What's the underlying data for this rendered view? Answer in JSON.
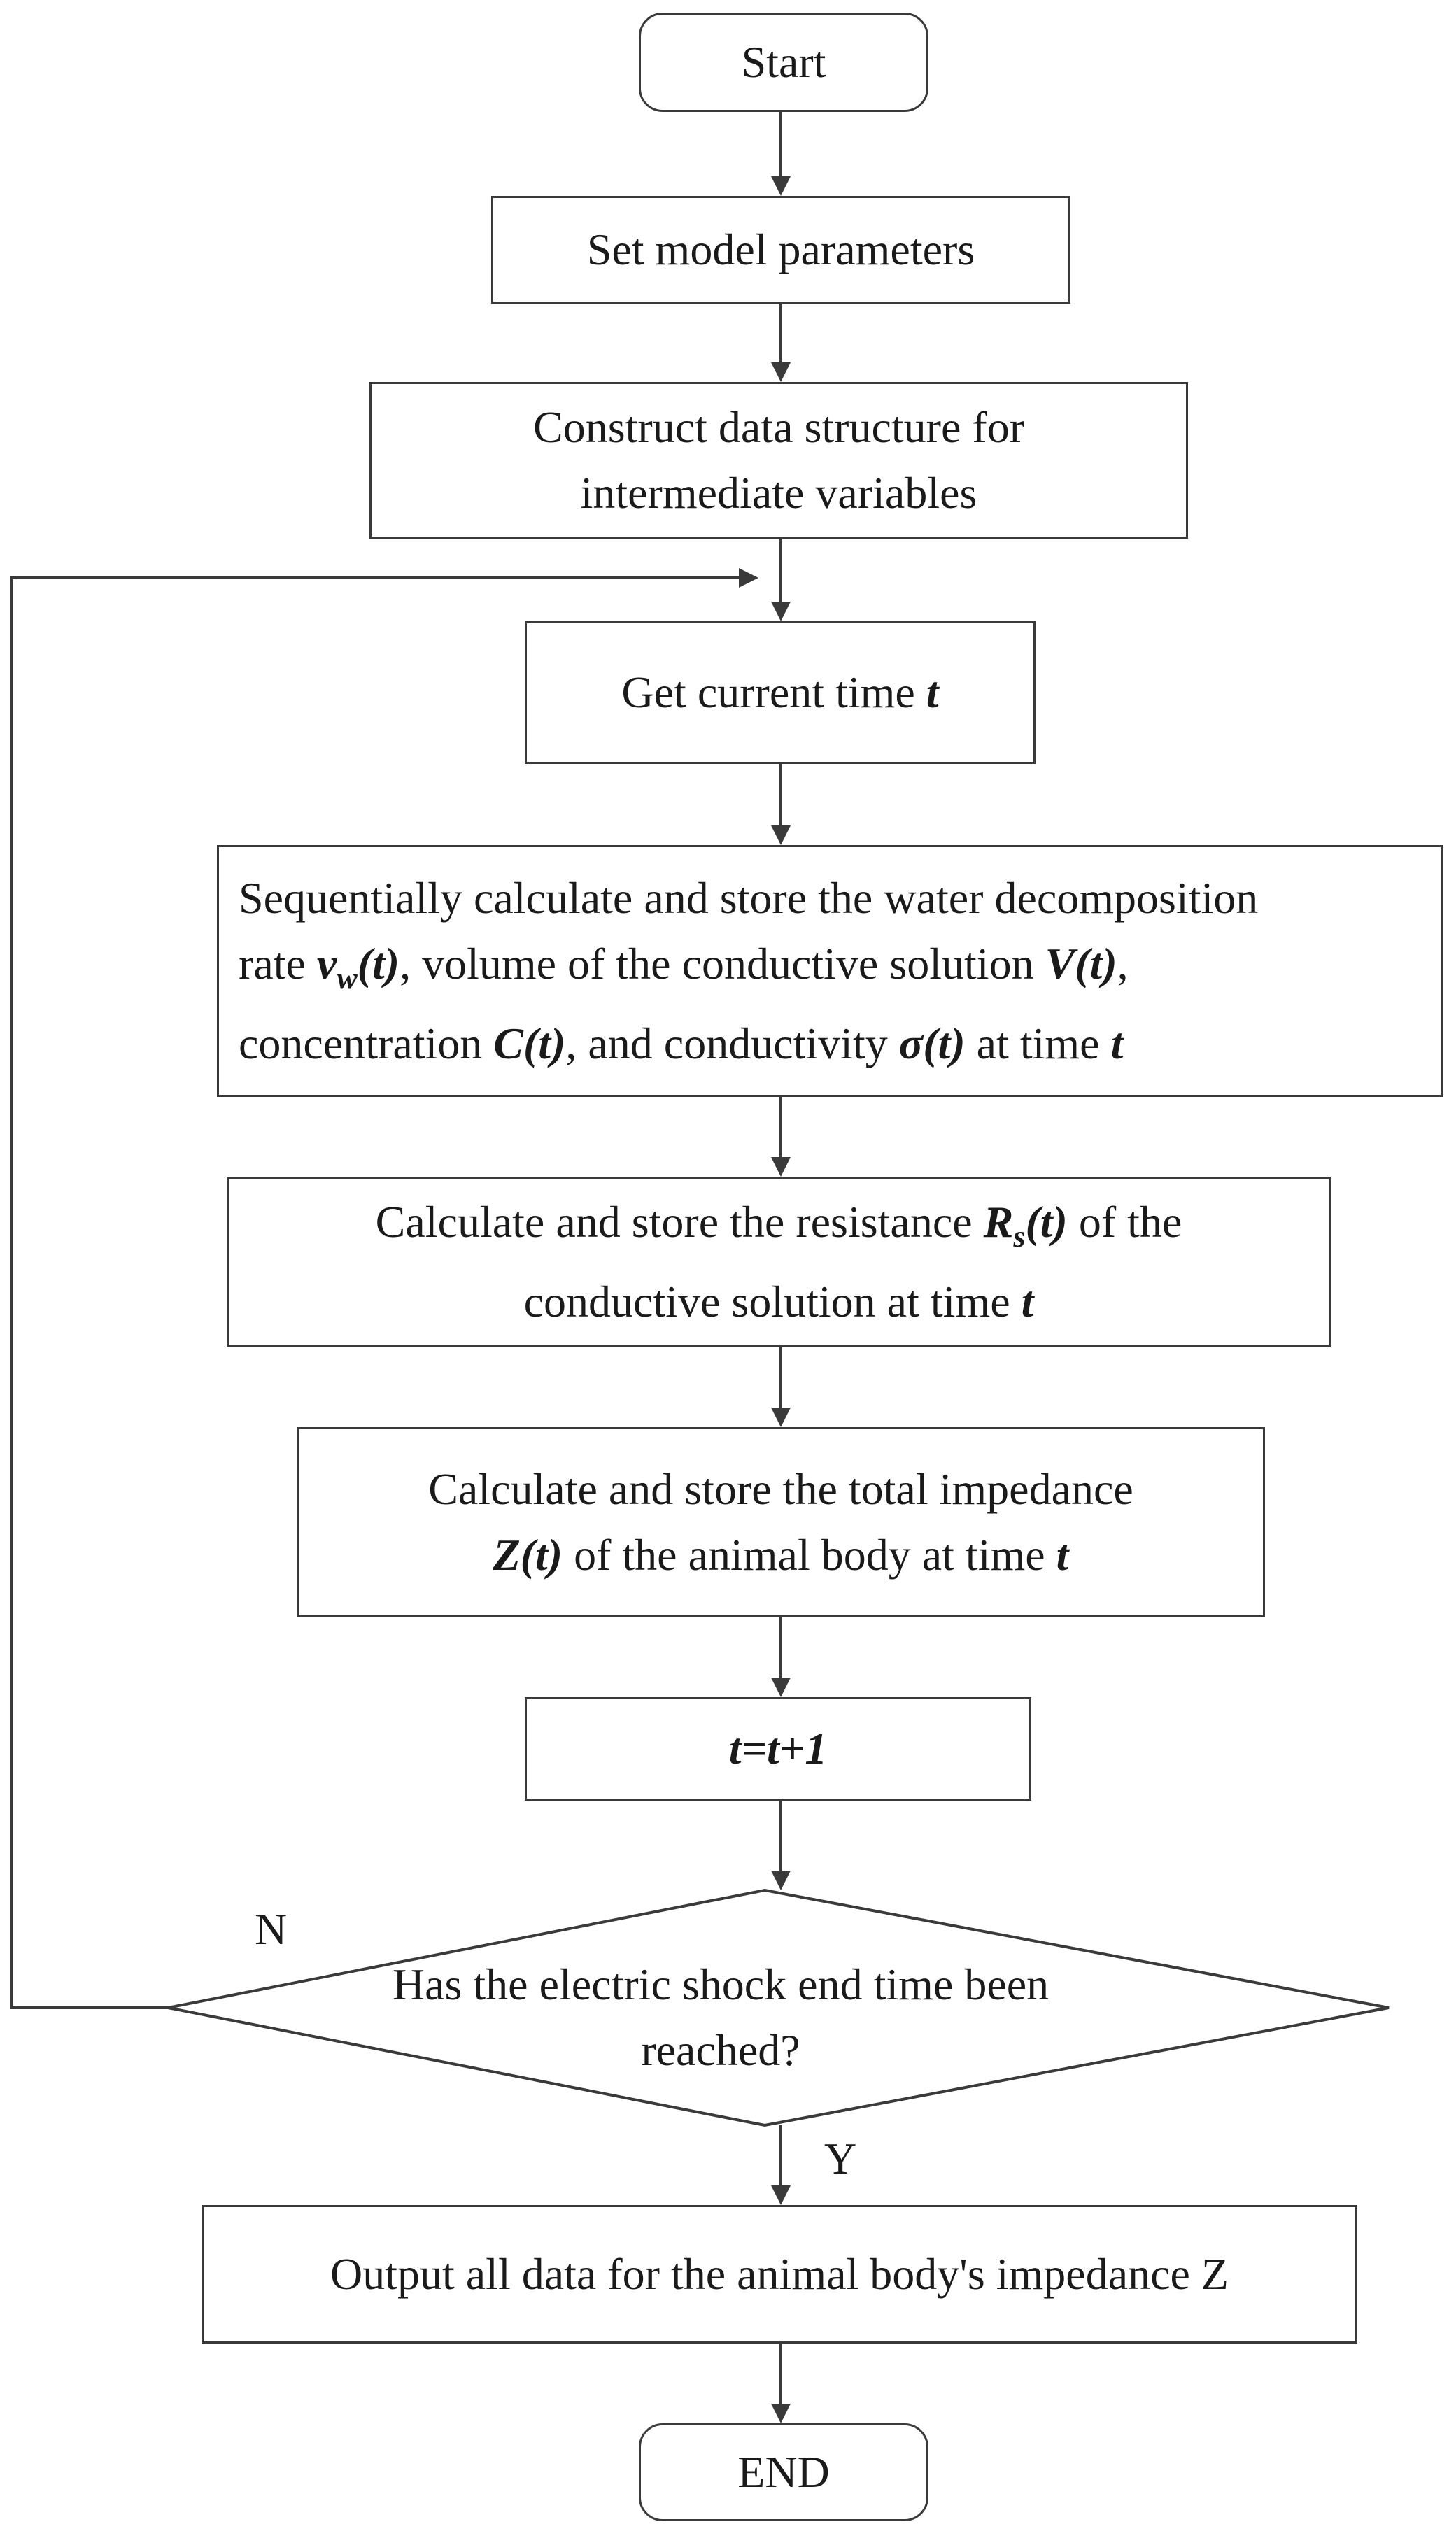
{
  "nodes": {
    "start": "Start",
    "set_params": "Set model parameters",
    "construct": {
      "line1": "Construct data structure for",
      "line2": "intermediate variables"
    },
    "get_time": {
      "text": "Get current time ",
      "var": "t"
    },
    "sequential": {
      "l1": "Sequentially calculate and store the water decomposition",
      "l2_a": "rate ",
      "l2_vw_main": "v",
      "l2_vw_sub": "w",
      "l2_vw_arg": "(t)",
      "l2_b": ", volume of the conductive solution ",
      "l2_V": "V(t)",
      "l2_c": ",",
      "l3_a": "concentration ",
      "l3_C": "C(t)",
      "l3_b": ", and conductivity ",
      "l3_sigma": "σ(t)",
      "l3_c": " at time ",
      "l3_t": "t"
    },
    "resistance": {
      "l1_a": "Calculate and store the resistance ",
      "l1_R": "R",
      "l1_R_sub": "s",
      "l1_R_arg": "(t)",
      "l1_b": " of the",
      "l2_a": "conductive solution at time ",
      "l2_t": "t"
    },
    "impedance": {
      "l1": "Calculate and store the total impedance",
      "l2_Z": "Z(t)",
      "l2_a": " of the animal body at time ",
      "l2_t": "t"
    },
    "increment": "t=t+1",
    "decision": {
      "l1": "Has the electric shock end time been",
      "l2": "reached?"
    },
    "output": "Output all data for the animal body's impedance Z",
    "end": "END"
  },
  "edge_labels": {
    "no": "N",
    "yes": "Y"
  },
  "colors": {
    "line": "#3a3a3a",
    "text": "#1a1a1a"
  }
}
